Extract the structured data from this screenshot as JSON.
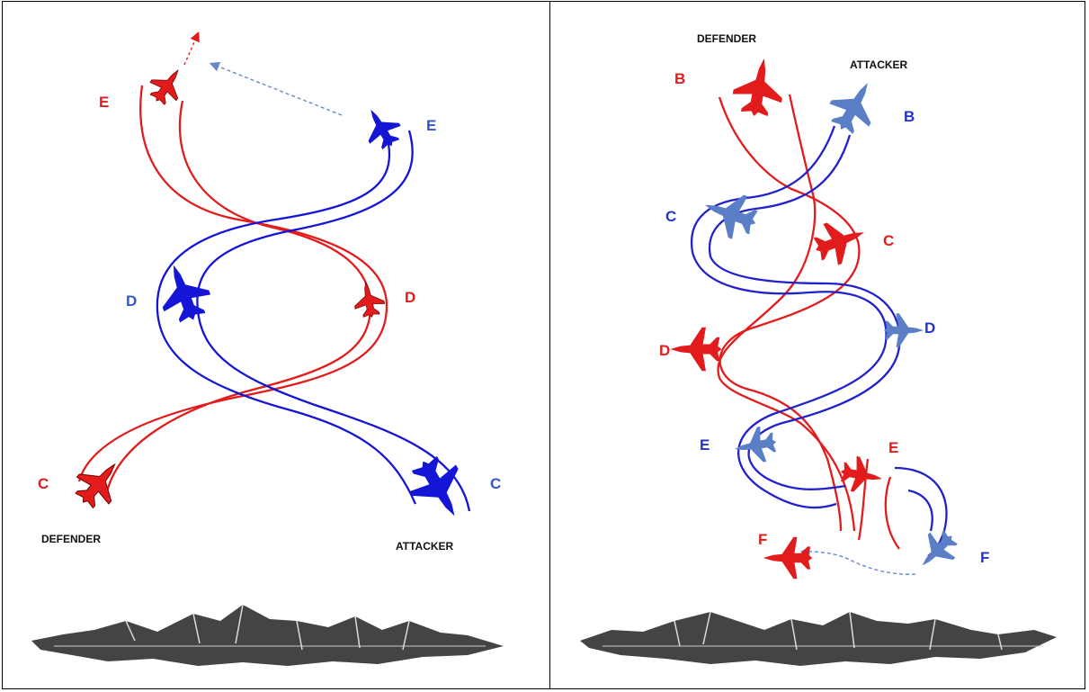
{
  "colors": {
    "defender": "#e21c1c",
    "attacker": "#1515d6",
    "attacker_light": "#5b7fc6",
    "arrow": "#6688cc"
  },
  "left_panel": {
    "defender_caption": "DEFENDER",
    "attacker_caption": "ATTACKER",
    "labels": {
      "red_e": "E",
      "blue_e": "E",
      "blue_d": "D",
      "red_d": "D",
      "red_c": "C",
      "blue_c": "C"
    }
  },
  "right_panel": {
    "defender_caption": "DEFENDER",
    "attacker_caption": "ATTACKER",
    "labels": {
      "red_b": "B",
      "blue_b": "B",
      "blue_c": "C",
      "red_c": "C",
      "red_d": "D",
      "blue_d": "D",
      "blue_e": "E",
      "red_e": "E",
      "red_f": "F",
      "blue_f": "F"
    }
  },
  "icons": {
    "jet": "fighter-jet-icon",
    "mountains": "mountain-range-icon"
  }
}
